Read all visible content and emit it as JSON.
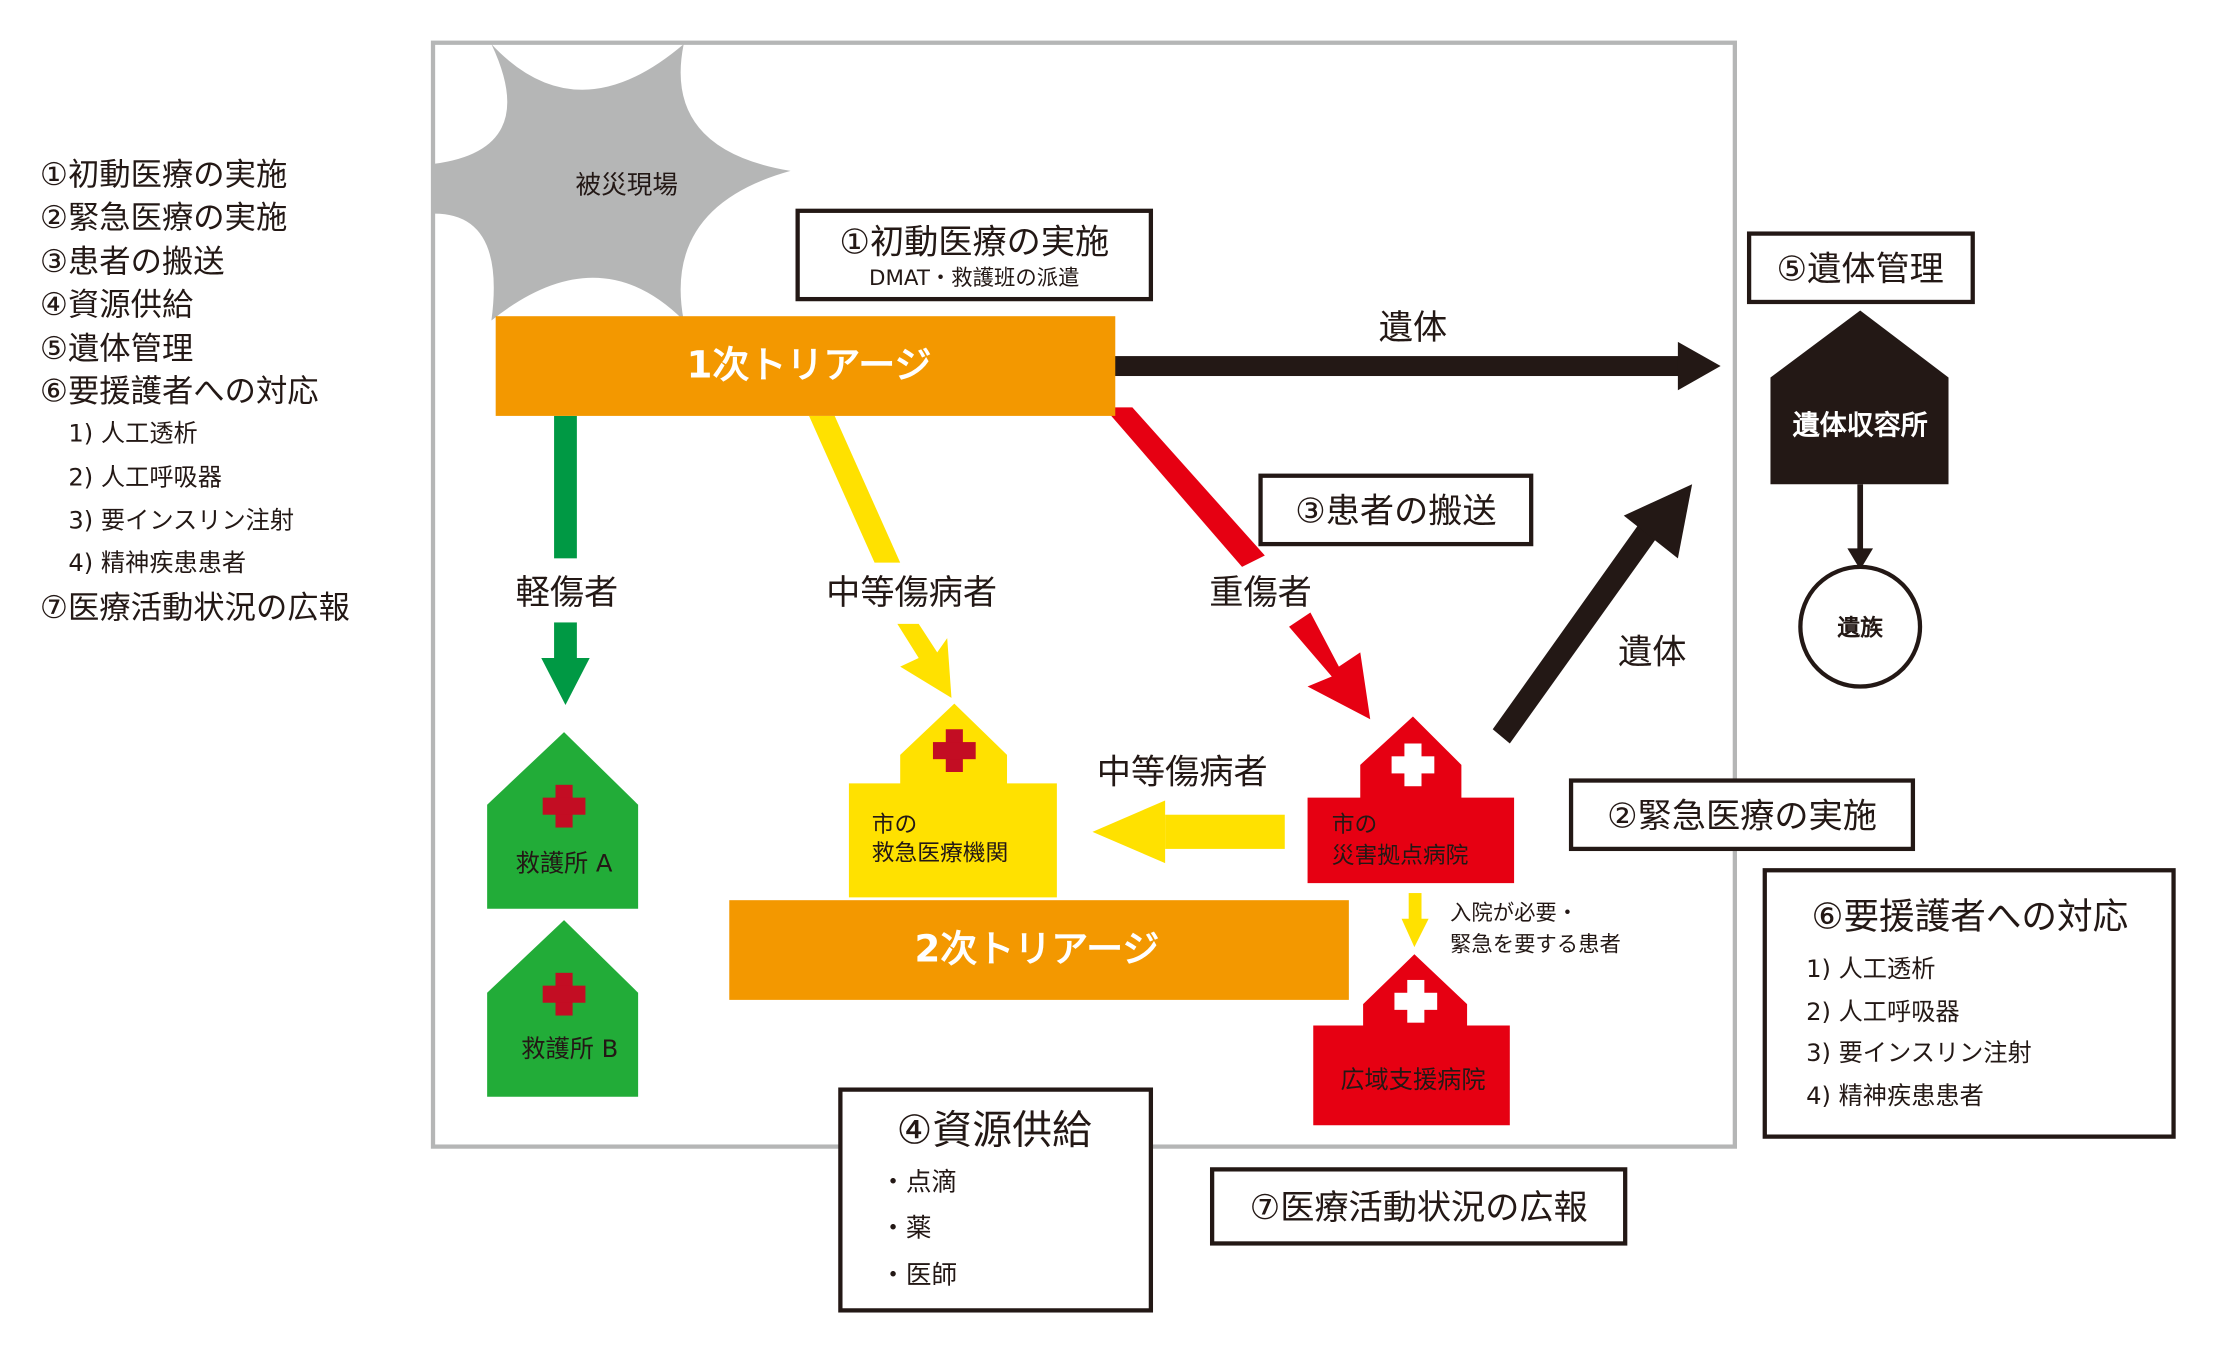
{
  "colors": {
    "orange": "#F39800",
    "green_arrow": "#009944",
    "green_house": "#22AC38",
    "yellow": "#FFE100",
    "red": "#E60012",
    "cross_red": "#C30D23",
    "black": "#231815",
    "gray": "#B5B6B6"
  },
  "legend": {
    "items": [
      "①初動医療の実施",
      "②緊急医療の実施",
      "③患者の搬送",
      "④資源供給",
      "⑤遺体管理",
      "⑥要援護者への対応"
    ],
    "subitems": [
      "1) 人工透析",
      "2) 人工呼吸器",
      "3) 要インスリン注射",
      "4) 精神疾患患者"
    ],
    "last": "⑦医療活動状況の広報"
  },
  "disaster_site": "被災現場",
  "box1": {
    "title": "①初動医療の実施",
    "subtitle": "DMAT・救護班の派遣"
  },
  "triage1": "1次トリアージ",
  "triage2": "2次トリアージ",
  "labels": {
    "remains_top": "遺体",
    "remains_diag": "遺体",
    "light": "軽傷者",
    "moderate": "中等傷病者",
    "severe": "重傷者",
    "moderate2": "中等傷病者",
    "transfer_note_1": "入院が必要・",
    "transfer_note_2": "緊急を要する患者"
  },
  "box3": "③患者の搬送",
  "box2": "②緊急医療の実施",
  "box5": "⑤遺体管理",
  "box7": "⑦医療活動状況の広報",
  "box4": {
    "title": "④資源供給",
    "items": [
      "・点滴",
      "・薬",
      "・医師"
    ]
  },
  "box6": {
    "title": "⑥要援護者への対応",
    "items": [
      "1) 人工透析",
      "2) 人工呼吸器",
      "3) 要インスリン注射",
      "4) 精神疾患患者"
    ]
  },
  "facilities": {
    "aid_a": "救護所 A",
    "aid_b": "救護所 B",
    "city_emergency_1": "市の",
    "city_emergency_2": "救急医療機関",
    "city_disaster_1": "市の",
    "city_disaster_2": "災害拠点病院",
    "regional": "広域支援病院",
    "morgue": "遺体収容所",
    "family": "遺族"
  }
}
